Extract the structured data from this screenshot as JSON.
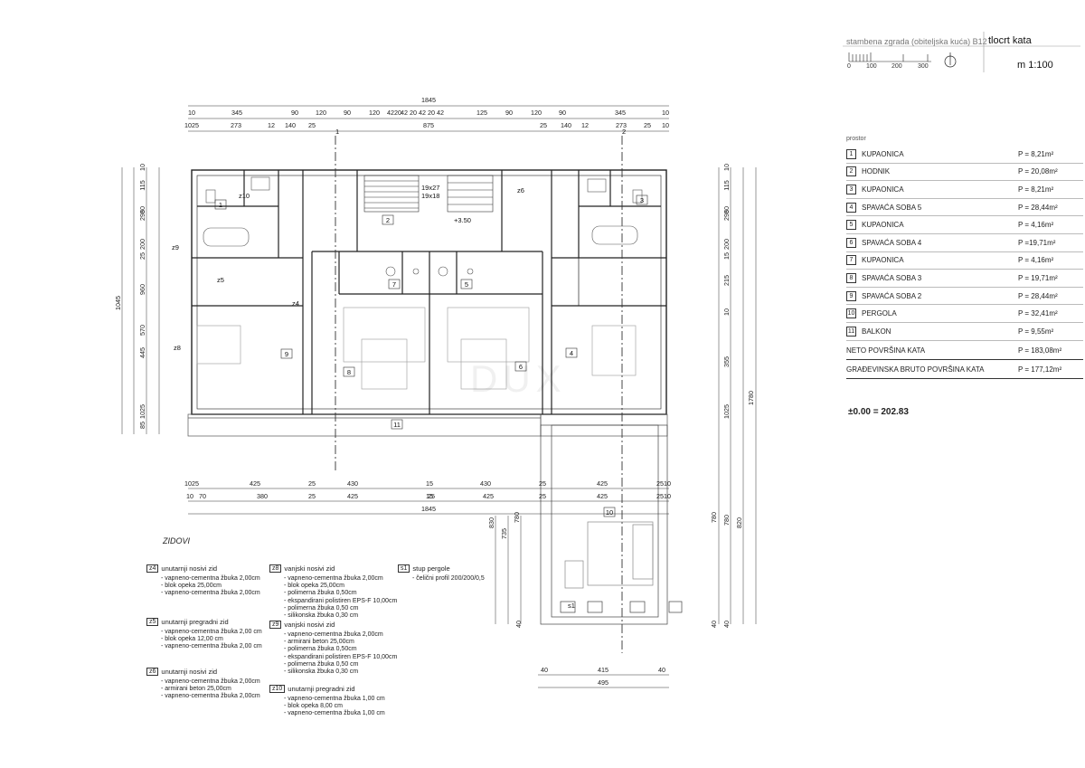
{
  "sheet": {
    "project": "stambena zgrada (obiteljska kuća) B12",
    "title": "tlocrt kata",
    "scale_label": "m 1:100",
    "scale_ticks": [
      "0",
      "100",
      "200",
      "300"
    ]
  },
  "legend": {
    "heading": "prostor",
    "rooms": [
      {
        "num": "1",
        "name": "KUPAONICA",
        "area": "P = 8,21m²"
      },
      {
        "num": "2",
        "name": "HODNIK",
        "area": "P = 20,08m²"
      },
      {
        "num": "3",
        "name": "KUPAONICA",
        "area": "P = 8,21m²"
      },
      {
        "num": "4",
        "name": "SPAVAĆA SOBA 5",
        "area": "P = 28,44m²"
      },
      {
        "num": "5",
        "name": "KUPAONICA",
        "area": "P = 4,16m²"
      },
      {
        "num": "6",
        "name": "SPAVAĆA SOBA 4",
        "area": "P =19,71m²"
      },
      {
        "num": "7",
        "name": "KUPAONICA",
        "area": "P = 4,16m²"
      },
      {
        "num": "8",
        "name": "SPAVAĆA SOBA 3",
        "area": "P = 19,71m²"
      },
      {
        "num": "9",
        "name": "SPAVAĆA SOBA 2",
        "area": "P = 28,44m²"
      },
      {
        "num": "10",
        "name": "PERGOLA",
        "area": "P = 32,41m²"
      },
      {
        "num": "11",
        "name": "BALKON",
        "area": "P = 9,55m²"
      }
    ],
    "totals": [
      {
        "name": "NETO POVRŠINA KATA",
        "area": "P = 183,08m²"
      },
      {
        "name": "GRAĐEVINSKA BRUTO POVRŠINA KATA",
        "area": "P = 177,12m²"
      }
    ]
  },
  "elevation": "±0.00 = 202.83",
  "walls": {
    "title": "ZIDOVI",
    "types": [
      {
        "code": "z4",
        "name": "unutarnji nosivi zid",
        "layers": [
          "- vapneno-cementna žbuka 2,00cm",
          "- blok opeka 25,00cm",
          "- vapneno-cementna žbuka 2,00cm"
        ]
      },
      {
        "code": "z5",
        "name": "unutarnji pregradni zid",
        "layers": [
          "- vapneno-cementna žbuka 2,00 cm",
          "- blok opeka 12,00 cm",
          "- vapneno-cementna žbuka 2,00 cm"
        ]
      },
      {
        "code": "z6",
        "name": "unutarnji nosivi zid",
        "layers": [
          "- vapneno-cementna žbuka 2,00cm",
          "- armirani beton 25,00cm",
          "- vapneno-cementna žbuka 2,00cm"
        ]
      },
      {
        "code": "z8",
        "name": "vanjski nosivi zid",
        "layers": [
          "- vapneno-cementna žbuka 2,00cm",
          "- blok opeka 25,00cm",
          "- polimerna žbuka 0,50cm",
          "- ekspandirani polistiren EPS-F 10,00cm",
          "- polimerna žbuka 0,50 cm",
          "- silikonska žbuka 0,30 cm"
        ]
      },
      {
        "code": "z9",
        "name": "vanjski nosivi zid",
        "layers": [
          "- vapneno-cementna žbuka 2,00cm",
          "- armirani beton 25,00cm",
          "- polimerna žbuka 0,50cm",
          "- ekspandirani polistiren EPS-F 10,00cm",
          "- polimerna žbuka 0,50 cm",
          "- silikonska žbuka 0,30 cm"
        ]
      },
      {
        "code": "z10",
        "name": "unutarnji pregradni zid",
        "layers": [
          "- vapneno-cementna žbuka 1,00 cm",
          "- blok opeka 8,00 cm",
          "- vapneno-cementna žbuka 1,00 cm"
        ]
      },
      {
        "code": "s1",
        "name": "stup pergole",
        "layers": [
          "- čelični profil 200/200/0,5"
        ]
      }
    ]
  },
  "dims": {
    "top_total": "1845",
    "top_row1": [
      "10",
      "345",
      "90",
      "120",
      "90",
      "120",
      "4220",
      "42",
      "20",
      "42",
      "20",
      "42",
      "125",
      "90",
      "120",
      "90",
      "345",
      "10"
    ],
    "top_row2": [
      "1025",
      "273",
      "12",
      "140",
      "25",
      "875",
      "25",
      "140",
      "12",
      "273",
      "25",
      "10"
    ],
    "bottom_row1": [
      "1025",
      "425",
      "25",
      "430",
      "15",
      "430",
      "25",
      "425",
      "2510"
    ],
    "bottom_row2": [
      "10",
      "70",
      "380",
      "25",
      "425",
      "15",
      "25",
      "425",
      "25",
      "425",
      "2510"
    ],
    "bottom_total": "1845",
    "left_total": "1045",
    "left_row": [
      "10",
      "115",
      "80",
      "295",
      "200",
      "25",
      "960",
      "570",
      "445",
      "1025",
      "85"
    ],
    "right_total": "1780",
    "right_row": [
      "10",
      "115",
      "80",
      "295",
      "200",
      "15",
      "215",
      "10",
      "355",
      "1025",
      "780",
      "820",
      "40"
    ],
    "pergola_width": "415",
    "pergola_total": "495",
    "pergola_sides": [
      "40",
      "40"
    ],
    "pergola_height": [
      "830",
      "735",
      "780",
      "780",
      "40",
      "40"
    ]
  },
  "plan_labels": {
    "rooms": [
      "1",
      "2",
      "3",
      "4",
      "5",
      "6",
      "7",
      "8",
      "9",
      "10",
      "11"
    ],
    "walls": [
      "z4",
      "z5",
      "z6",
      "z8",
      "z9",
      "z10",
      "s1"
    ],
    "section_marks": [
      "1",
      "2"
    ],
    "level": "+3.50",
    "stair": [
      "19x27",
      "19x18"
    ]
  }
}
